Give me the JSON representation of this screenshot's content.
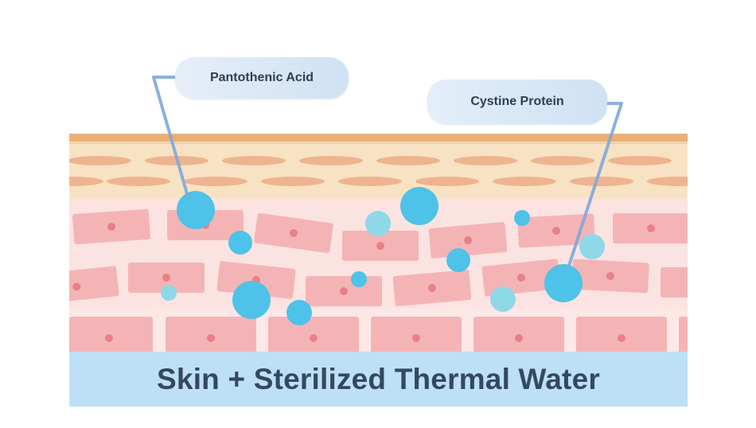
{
  "labels": {
    "pantothenic": "Pantothenic Acid",
    "cystine": "Cystine Protein"
  },
  "caption": "Skin + Sterilized Thermal Water",
  "colors": {
    "top_layer": "#e9b077",
    "epidermis": "#f8e2c4",
    "epidermis_cell": "#eeb48f",
    "dermis": "#fbe3e2",
    "dermis_cell": "#f4b4b5",
    "nucleus": "#ea7f86",
    "bottom_cell_layer": "#fde8e8",
    "droplet_dark": "#4ec2e8",
    "droplet_light": "#8fd8e8",
    "caption_bar": "#bde0f7",
    "caption_text": "#34495e",
    "leader_line": "#7da9d9"
  }
}
